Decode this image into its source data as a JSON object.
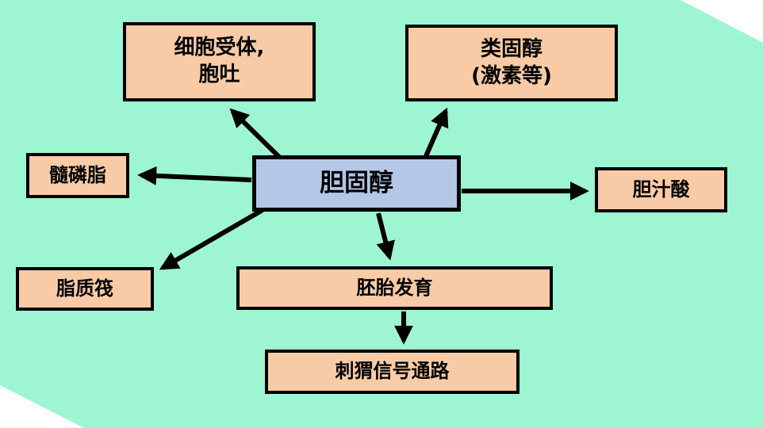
{
  "diagram": {
    "title": "Cholesterol functions concept map",
    "colors": {
      "background": "#9DF6D1",
      "node_fill": "#F8CBA6",
      "center_fill": "#B4C7E7",
      "border": "#000000",
      "arrow": "#000000"
    },
    "center": {
      "label": "胆固醇"
    },
    "nodes": {
      "cell_receptor": {
        "line1": "细胞受体,",
        "line2": "胞吐"
      },
      "steroid": {
        "line1": "类固醇",
        "line2": "(激素等)"
      },
      "myelin": {
        "line1": "髓磷脂"
      },
      "bile_acid": {
        "line1": "胆汁酸"
      },
      "lipid_raft": {
        "line1": "脂质筏"
      },
      "embryo": {
        "line1": "胚胎发育"
      },
      "hedgehog": {
        "line1": "刺猬信号通路"
      }
    },
    "edges": [
      {
        "from": "center",
        "to": "cell_receptor"
      },
      {
        "from": "center",
        "to": "steroid"
      },
      {
        "from": "center",
        "to": "myelin"
      },
      {
        "from": "center",
        "to": "bile_acid"
      },
      {
        "from": "center",
        "to": "lipid_raft"
      },
      {
        "from": "center",
        "to": "embryo"
      },
      {
        "from": "embryo",
        "to": "hedgehog"
      }
    ]
  }
}
